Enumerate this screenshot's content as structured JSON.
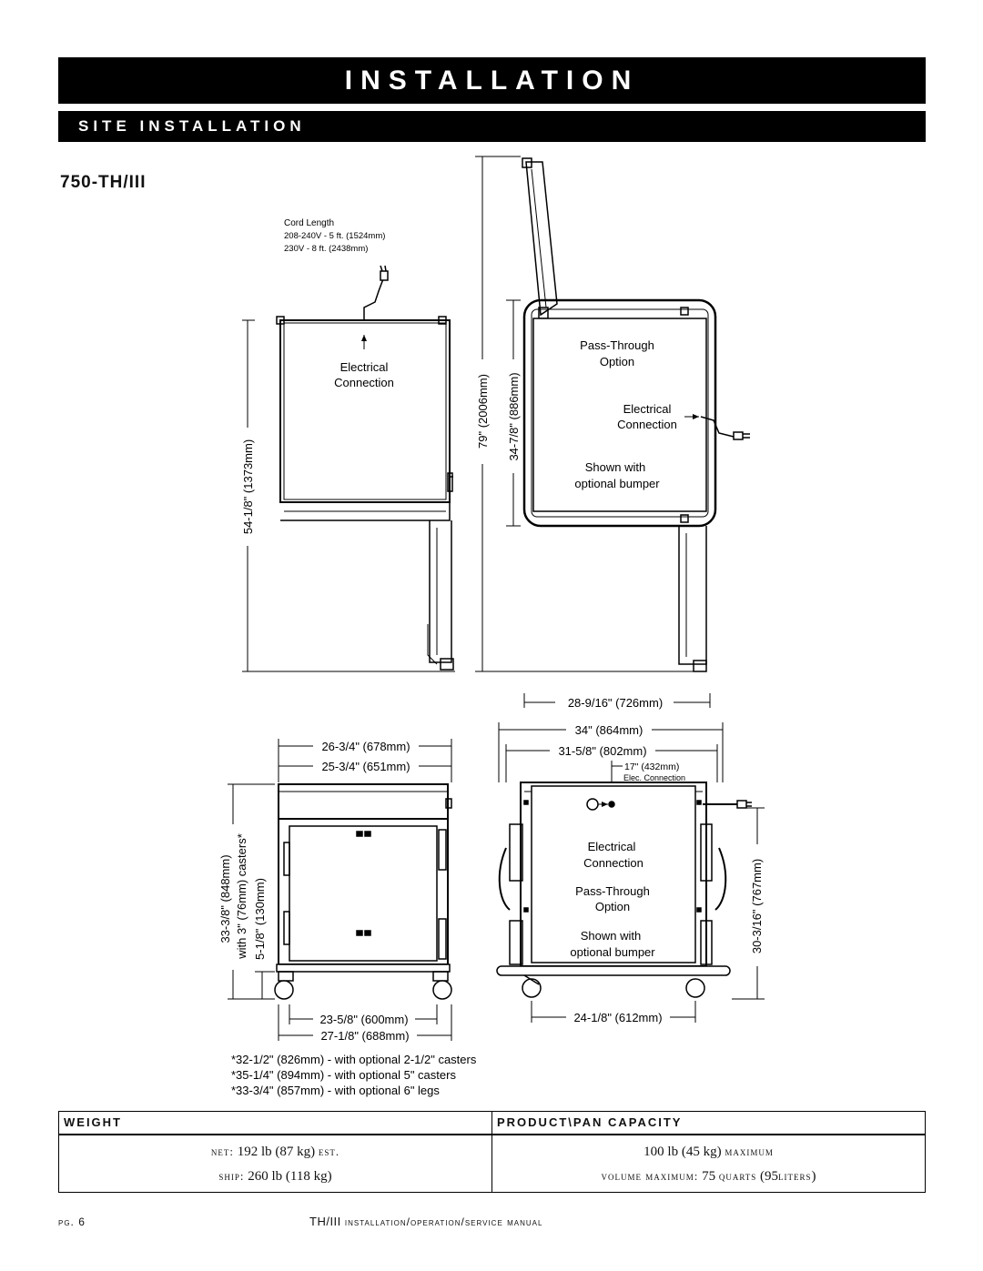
{
  "header": {
    "title": "INSTALLATION",
    "subtitle": "SITE INSTALLATION"
  },
  "model": "750-TH/III",
  "side_view": {
    "cord_title": "Cord Length",
    "cord_line1": "208-240V - 5 ft. (1524mm)",
    "cord_line2": "230V - 8 ft. (2438mm)",
    "elec_1": "Electrical",
    "elec_2": "Connection",
    "height": "54-1/8\" (1373mm)"
  },
  "open_view": {
    "pass_1": "Pass-Through",
    "pass_2": "Option",
    "elec_1": "Electrical",
    "elec_2": "Connection",
    "shown_1": "Shown with",
    "shown_2": "optional bumper",
    "dim_total": "79\" (2006mm)",
    "dim_door": "34-7/8\" (886mm)",
    "dim_depth": "28-9/16\" (726mm)"
  },
  "front_view": {
    "dim_outer": "26-3/4\" (678mm)",
    "dim_inner": "25-3/4\" (651mm)",
    "dim_height_1": "33-3/8\" (848mm)",
    "dim_height_2": "with 3\" (76mm) casters*",
    "dim_base": "5-1/8\" (130mm)",
    "dim_casters": "23-5/8\" (600mm)",
    "dim_bottom": "27-1/8\" (688mm)",
    "note_1": "*32-1/2\" (826mm) - with optional 2-1/2\" casters",
    "note_2": "*35-1/4\" (894mm) - with optional 5\" casters",
    "note_3": "*33-3/4\" (857mm) - with optional 6\" legs"
  },
  "back_view": {
    "dim_outer": "34\" (864mm)",
    "dim_inner": "31-5/8\" (802mm)",
    "dim_elec": "17\" (432mm)",
    "dim_elec_label": "Elec. Connection",
    "elec_1": "Electrical",
    "elec_2": "Connection",
    "pass_1": "Pass-Through",
    "pass_2": "Option",
    "shown_1": "Shown with",
    "shown_2": "optional bumper",
    "dim_height": "30-3/16\" (767mm)",
    "dim_casters": "24-1/8\" (612mm)"
  },
  "specs": {
    "weight_header": "WEIGHT",
    "capacity_header": "PRODUCT\\PAN CAPACITY",
    "net_label": "net:",
    "net_value": "192 lb (87 kg)",
    "net_est": "est.",
    "ship_label": "ship:",
    "ship_value": "260 lb (118 kg)",
    "cap_value": "100 lb (45 kg)",
    "cap_max": "maximum",
    "vol_label": "volume maximum:",
    "vol_num": "75",
    "vol_unit": "quarts",
    "vol_liters_open": "(95",
    "vol_liters": "liters",
    "vol_close": ")"
  },
  "footer": {
    "page": "pg. 6",
    "model": "TH/III",
    "manual": "installation/operation/service manual"
  }
}
